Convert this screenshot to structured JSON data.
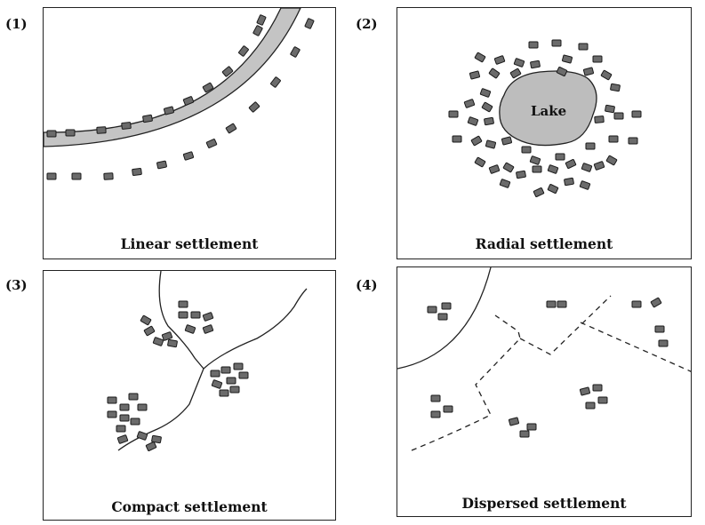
{
  "panels": [
    {
      "number": "(1)",
      "caption": "Linear settlement"
    },
    {
      "number": "(2)",
      "caption": "Radial settlement",
      "lake_label": "Lake"
    },
    {
      "number": "(3)",
      "caption": "Compact settlement"
    },
    {
      "number": "(4)",
      "caption": "Dispersed settlement"
    }
  ],
  "colors": {
    "house_fill": "#6b6b6b",
    "house_stroke": "#1a1a1a",
    "road_fill": "#c4c4c4",
    "lake_fill": "#bdbdbd",
    "line": "#222222"
  }
}
